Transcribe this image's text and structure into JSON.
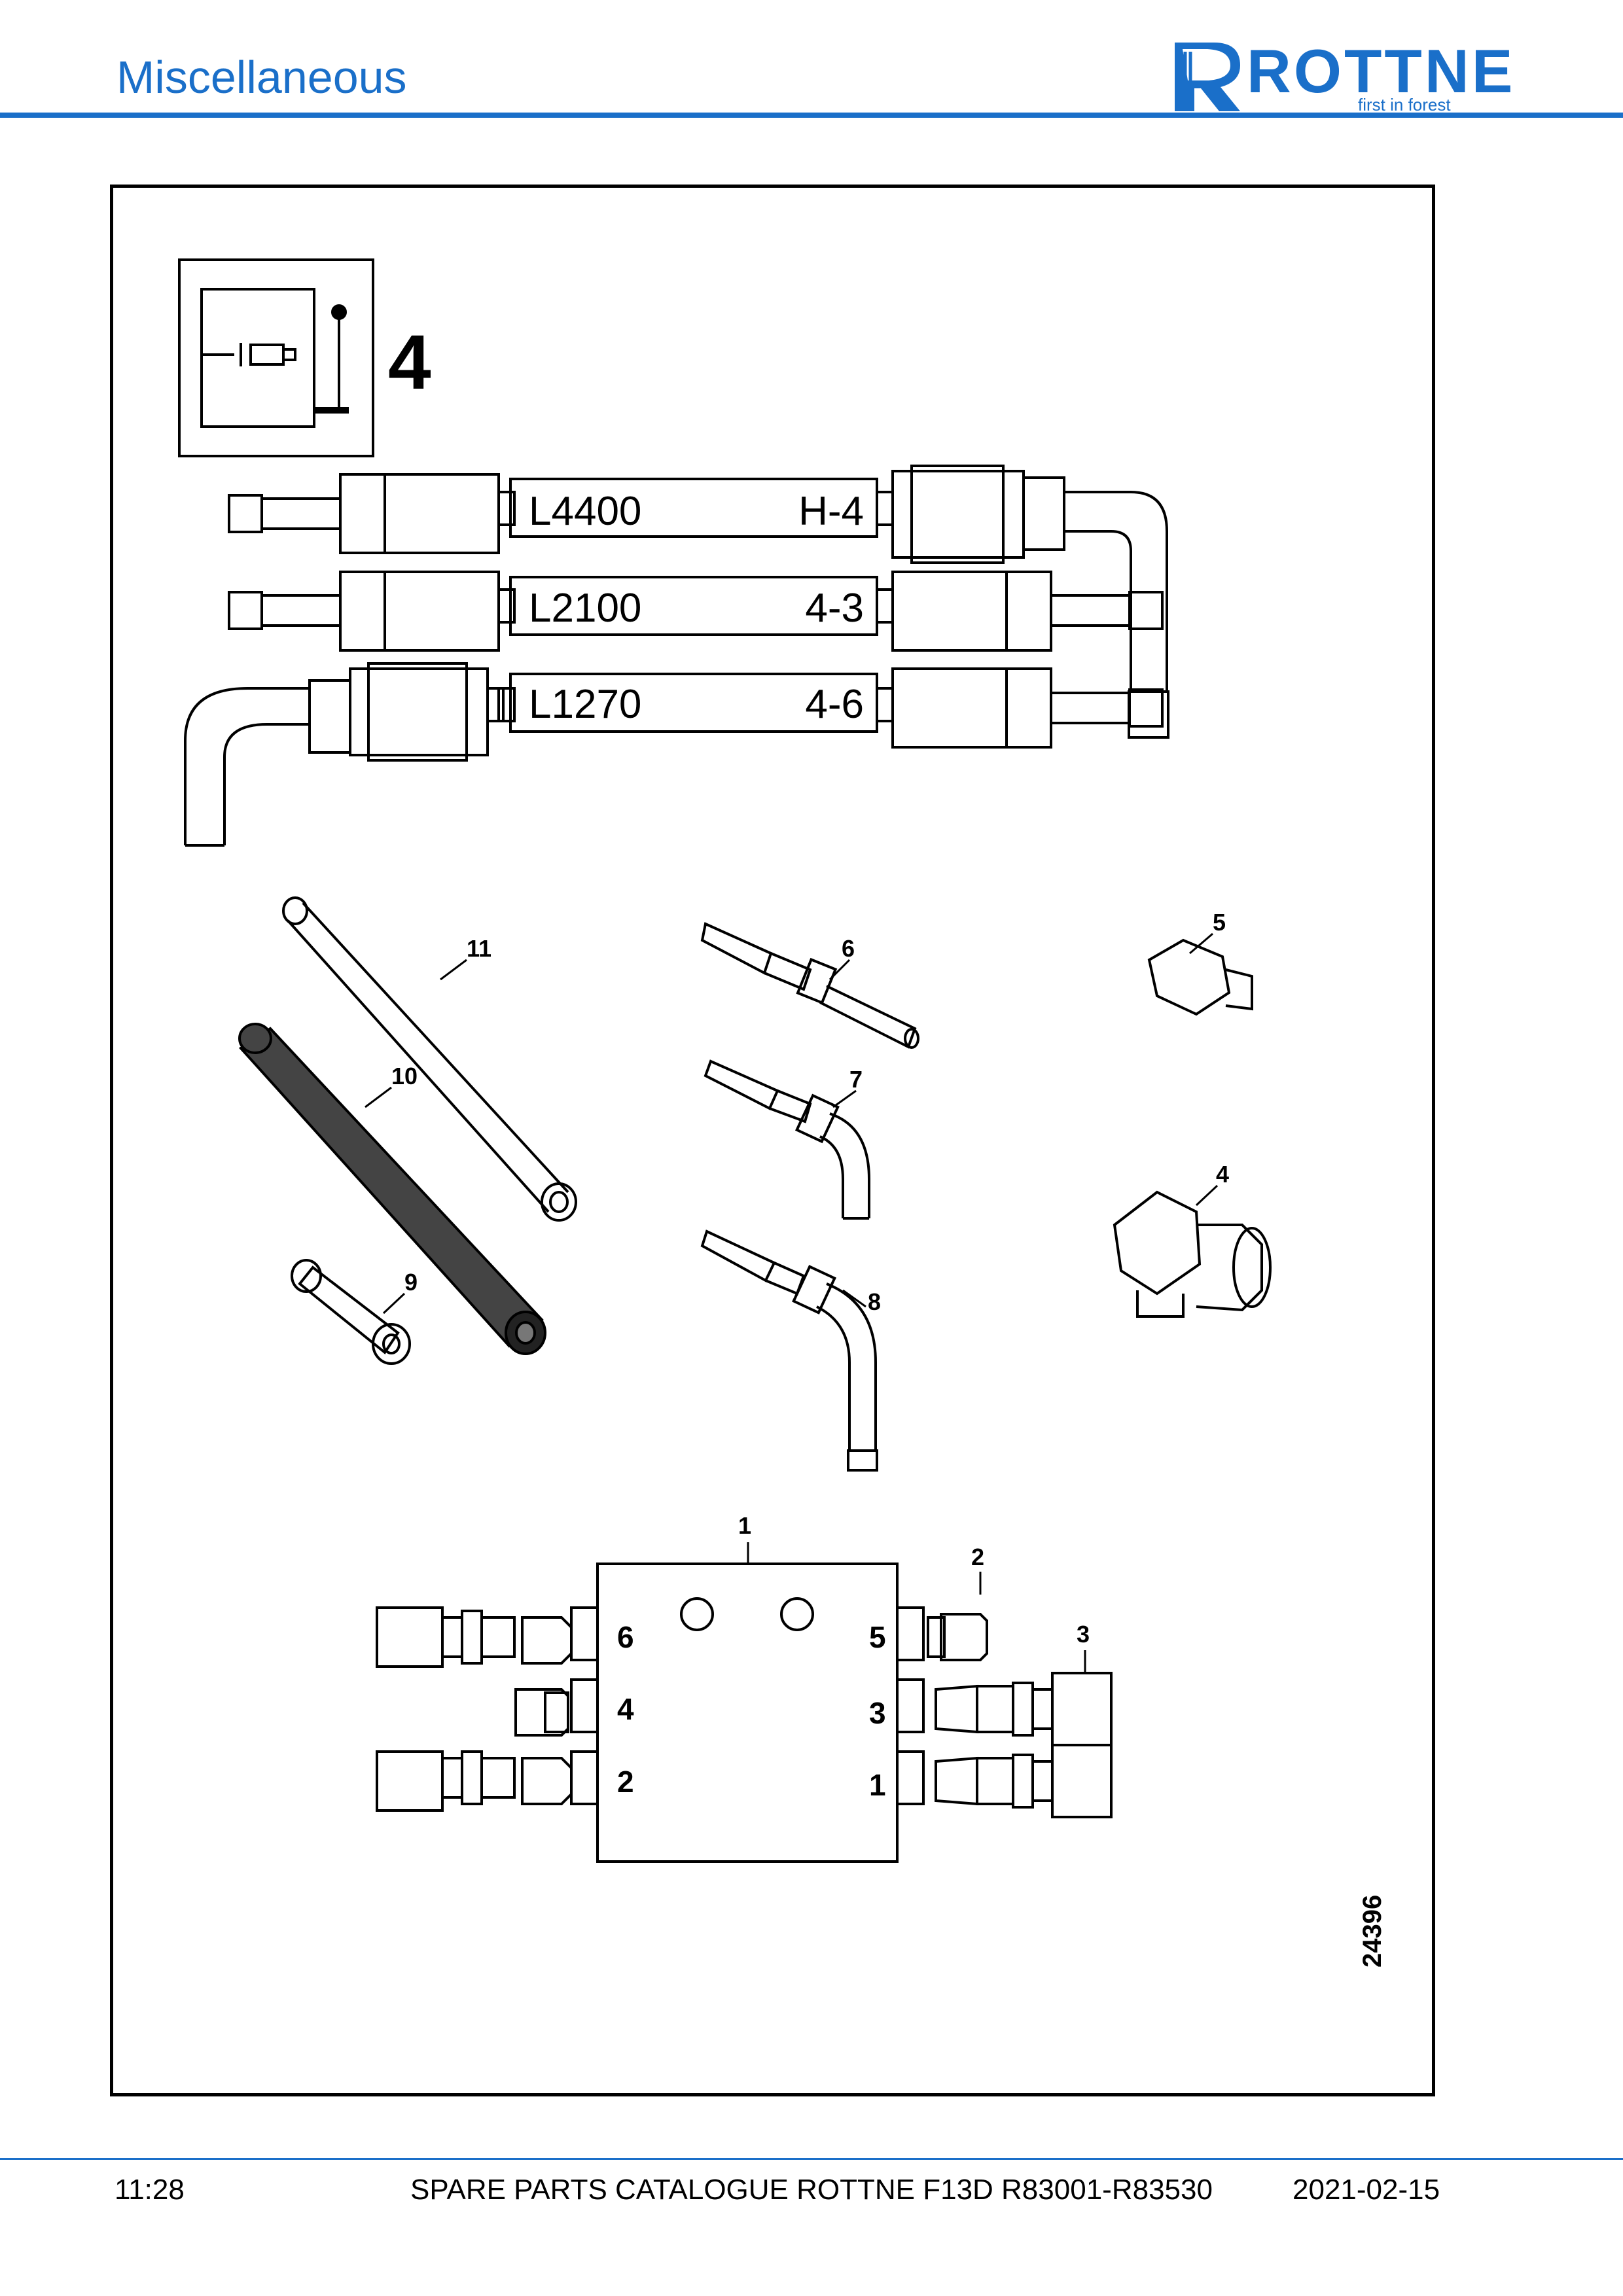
{
  "header": {
    "title": "Miscellaneous",
    "logo_text": "ROTTNE",
    "logo_slogan": "first in forest",
    "accent_color": "#1a6fc9"
  },
  "drawing": {
    "symbol_number": "4",
    "hoses": [
      {
        "length": "L4400",
        "code": "H-4"
      },
      {
        "length": "L2100",
        "code": "4-3"
      },
      {
        "length": "L1270",
        "code": "4-6"
      }
    ],
    "callouts": [
      "1",
      "2",
      "3",
      "4",
      "5",
      "6",
      "7",
      "8",
      "9",
      "10",
      "11"
    ],
    "block_ports": [
      "6",
      "5",
      "4",
      "3",
      "2",
      "1"
    ],
    "drawing_number": "24396"
  },
  "footer": {
    "page": "11:28",
    "catalogue": "SPARE PARTS CATALOGUE ROTTNE F13D R83001-R83530",
    "date": "2021-02-15"
  }
}
